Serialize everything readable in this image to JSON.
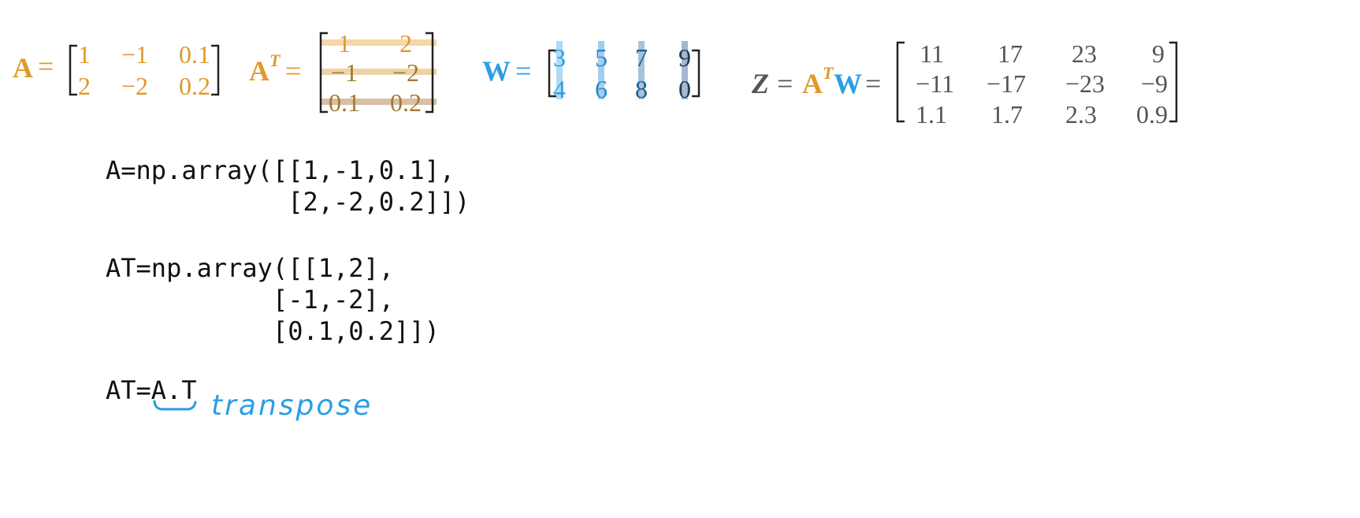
{
  "matrix_A": {
    "label": "A",
    "equals": "=",
    "rows": [
      [
        "1",
        "−1",
        "0.1"
      ],
      [
        "2",
        "−2",
        "0.2"
      ]
    ],
    "color": "#e0992a"
  },
  "matrix_AT": {
    "label": "A",
    "superscript": "T",
    "equals": "=",
    "rows": [
      [
        "1",
        "2"
      ],
      [
        "−1",
        "−2"
      ],
      [
        "0.1",
        "0.2"
      ]
    ],
    "color": "#e0992a",
    "highlight_color": "#f3c98a"
  },
  "matrix_W": {
    "label": "W",
    "equals": "=",
    "rows": [
      [
        "3",
        "5",
        "7",
        "9"
      ],
      [
        "4",
        "6",
        "8",
        "0"
      ]
    ],
    "color": "#2a9ee6"
  },
  "matrix_Z": {
    "label": "Z",
    "equals1": "=",
    "product_A": "A",
    "product_T": "T",
    "product_W": "W",
    "equals2": "=",
    "rows": [
      [
        "11",
        "17",
        "23",
        "9"
      ],
      [
        "−11",
        "−17",
        "−23",
        "−9"
      ],
      [
        "1.1",
        "1.7",
        "2.3",
        "0.9"
      ]
    ],
    "color": "#555555"
  },
  "code": {
    "block1_line1": "A=np.array([[1,-1,0.1],",
    "block1_line2": "            [2,-2,0.2]])",
    "block2_line1": "AT=np.array([[1,2],",
    "block2_line2": "           [-1,-2],",
    "block2_line3": "           [0.1,0.2]])",
    "block3_line1": "AT=A.T"
  },
  "annotation": {
    "text": "transpose",
    "color": "#2a9ee6"
  }
}
